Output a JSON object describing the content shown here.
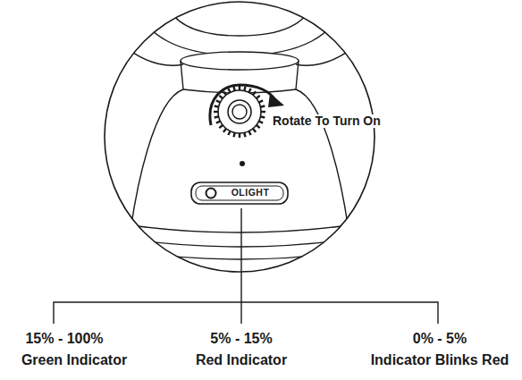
{
  "diagram": {
    "labels": [
      "Rotate To Turn On",
      "OLIGHT",
      "15% - 100%",
      "Green Indicator",
      "5% - 15%",
      "Red Indicator",
      "0% - 5%",
      "Indicator Blinks Red"
    ]
  }
}
